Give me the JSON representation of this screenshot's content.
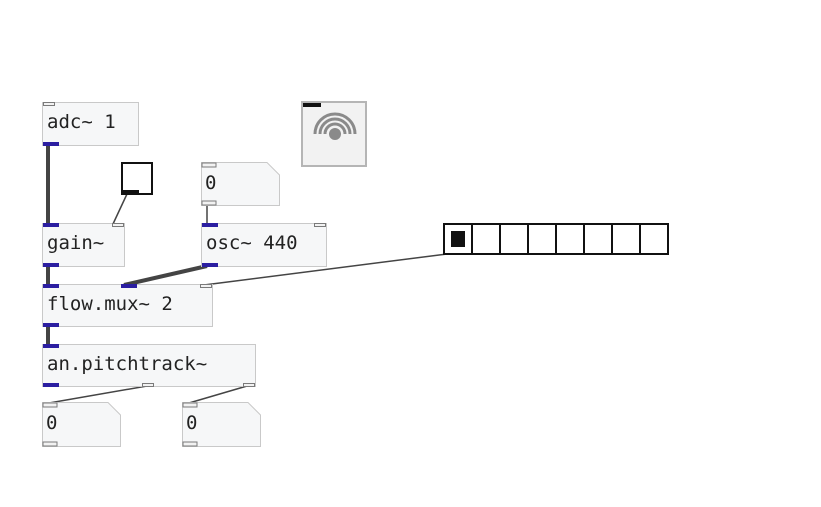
{
  "patch": {
    "objects": {
      "adc": "adc~ 1",
      "gain": "gain~",
      "osc": "osc~ 440",
      "flow_mux": "flow.mux~ 2",
      "pitchtrack": "an.pitchtrack~"
    },
    "number_boxes": {
      "osc_freq": "0",
      "pitch_out_1": "0",
      "pitch_out_2": "0"
    },
    "toggle": {
      "state": "off"
    },
    "radio": {
      "cells": 8,
      "selected_index": 0
    },
    "dsp_button": {
      "icon": "speaker-dsp-icon",
      "state": "off"
    }
  },
  "colors": {
    "signal_outlet": "#2b1ea1",
    "control_outlet": "#f2f2f2",
    "object_bg": "#f6f7f8",
    "cord": "#333333"
  }
}
